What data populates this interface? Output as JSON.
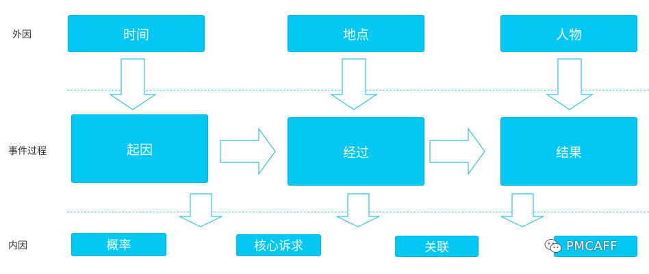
{
  "rows": {
    "external": "外因",
    "process": "事件过程",
    "internal": "内因"
  },
  "external_boxes": [
    "时间",
    "地点",
    "人物"
  ],
  "process_boxes": [
    "起因",
    "经过",
    "结果"
  ],
  "internal_boxes": [
    "概率",
    "核心诉求",
    "关联"
  ],
  "watermark": "PMCAFF",
  "colors": {
    "box_fill": "#00c8f4",
    "arrow_stroke": "#2cc4e6",
    "dash": "#3cc6dc"
  }
}
